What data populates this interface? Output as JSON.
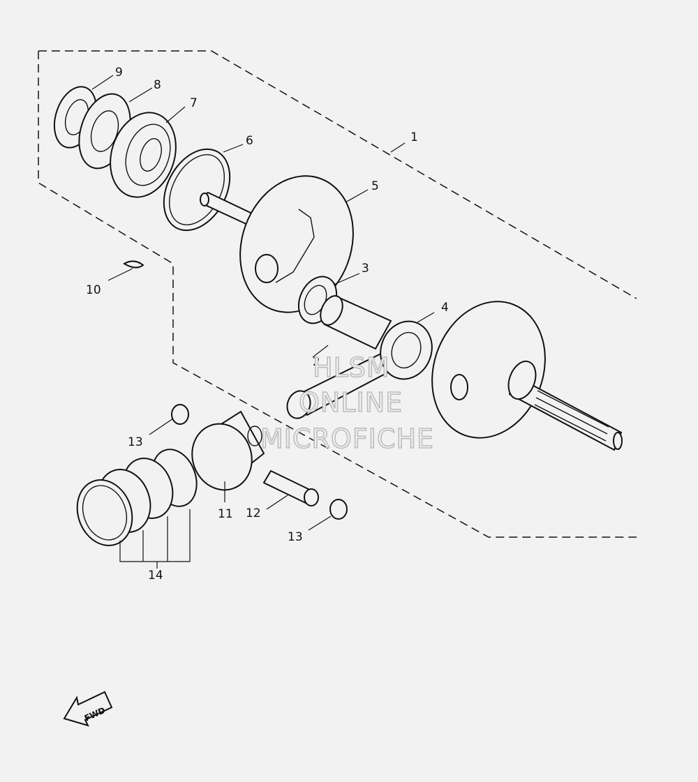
{
  "diagram": {
    "callouts": [
      {
        "id": "1",
        "label": "1"
      },
      {
        "id": "2",
        "label": "2"
      },
      {
        "id": "3",
        "label": "3"
      },
      {
        "id": "4",
        "label": "4"
      },
      {
        "id": "5",
        "label": "5"
      },
      {
        "id": "6",
        "label": "6"
      },
      {
        "id": "7",
        "label": "7"
      },
      {
        "id": "8",
        "label": "8"
      },
      {
        "id": "9",
        "label": "9"
      },
      {
        "id": "10",
        "label": "10"
      },
      {
        "id": "11",
        "label": "11"
      },
      {
        "id": "12",
        "label": "12"
      },
      {
        "id": "13a",
        "label": "13"
      },
      {
        "id": "13b",
        "label": "13"
      },
      {
        "id": "14",
        "label": "14"
      }
    ],
    "watermark": {
      "line1": "HLSM",
      "line2": "ONLINE",
      "line3": "MICROFICHE"
    },
    "fwd_label": "FWD"
  }
}
